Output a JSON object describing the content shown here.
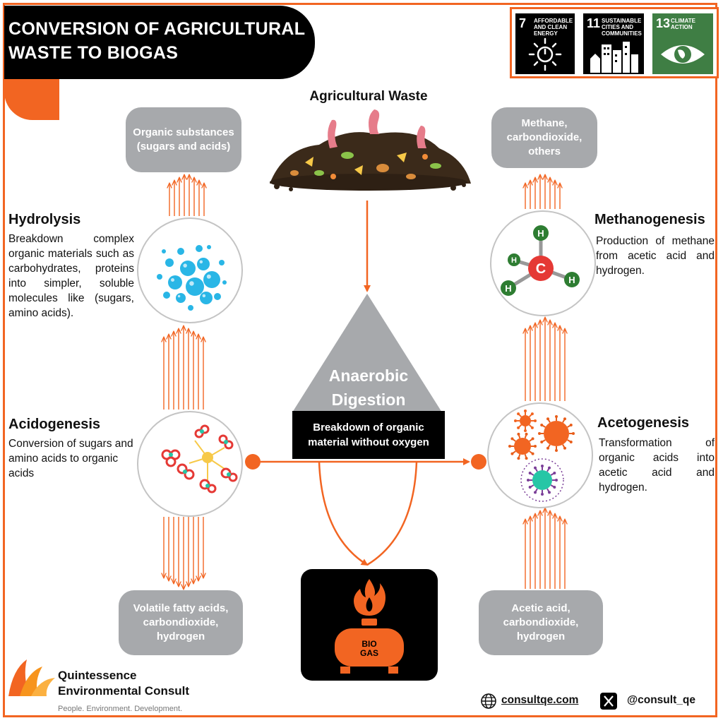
{
  "title": "CONVERSION OF AGRICULTURAL WASTE TO BIOGAS",
  "sdg": [
    {
      "number": "7",
      "label": "AFFORDABLE AND CLEAN ENERGY",
      "color": "#000000",
      "icon": "sun-power-icon"
    },
    {
      "number": "11",
      "label": "SUSTAINABLE CITIES AND COMMUNITIES",
      "color": "#000000",
      "icon": "city-buildings-icon"
    },
    {
      "number": "13",
      "label": "CLIMATE ACTION",
      "color": "#3f7e44",
      "icon": "eye-globe-icon"
    }
  ],
  "center": {
    "top_label": "Agricultural Waste",
    "digestion_title": "Anaerobic Digestion",
    "digestion_desc": "Breakdown of organic material without oxygen",
    "output_label": "BIO GAS"
  },
  "stages": {
    "hydrolysis": {
      "title": "Hydrolysis",
      "desc": "Breakdown complex organic materials such as carbohydrates, proteins into simpler, soluble molecules like (sugars, amino acids).",
      "product": "Organic substances (sugars and acids)"
    },
    "acidogenesis": {
      "title": "Acidogenesis",
      "desc": "Conversion of sugars and amino acids to organic acids",
      "product": "Volatile fatty acids, carbondioxide, hydrogen"
    },
    "acetogenesis": {
      "title": "Acetogenesis",
      "desc": "Transformation of organic acids into acetic acid and hydrogen.",
      "product": "Acetic acid, carbondioxide, hydrogen"
    },
    "methanogenesis": {
      "title": "Methanogenesis",
      "desc": "Production of methane from acetic acid and hydrogen.",
      "product": "Methane, carbondioxide, others"
    }
  },
  "molecule": {
    "center_atom": "C",
    "outer_atom": "H"
  },
  "company": {
    "name_line1": "Quintessence",
    "name_line2": "Environmental Consult",
    "tagline": "People. Environment. Development."
  },
  "footer": {
    "website": "consultqe.com",
    "handle": "@consult_qe"
  },
  "colors": {
    "accent": "#f26522",
    "black": "#000000",
    "grey": "#a7a9ac",
    "bubble": "#29b6e6",
    "carbon": "#e53935",
    "hydrogen": "#2e7d32",
    "climate": "#3f7e44"
  }
}
